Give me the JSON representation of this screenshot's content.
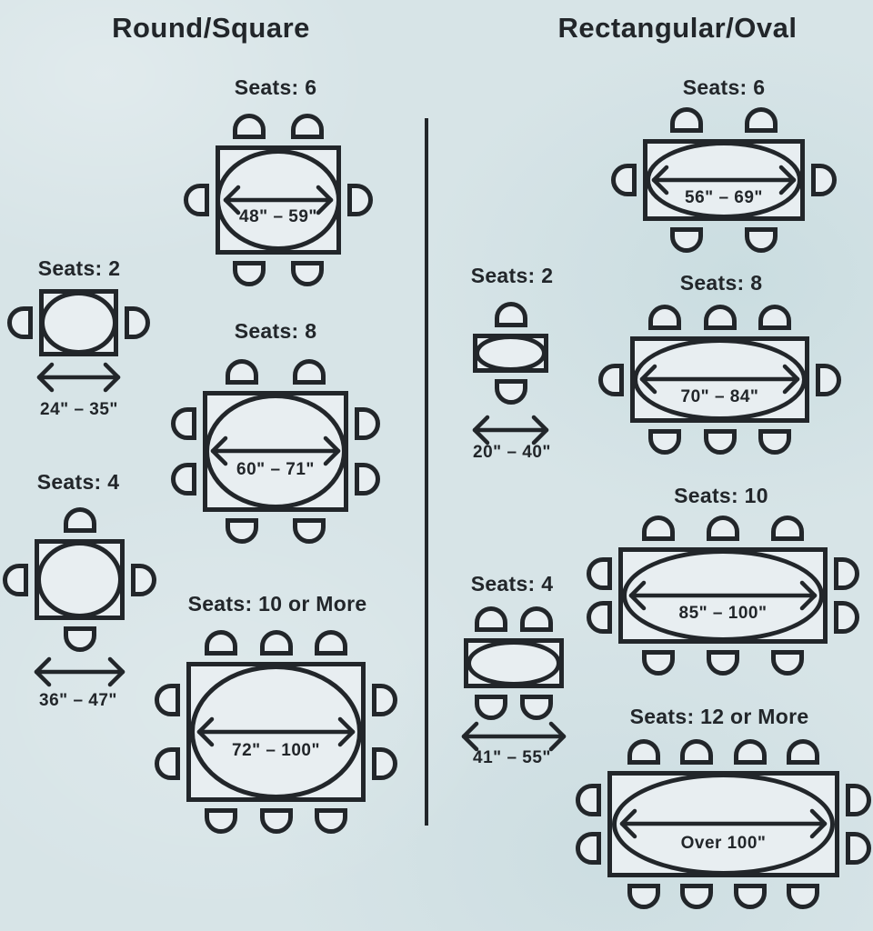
{
  "palette": {
    "background": "#d7e4e7",
    "shape_fill": "#e8eef1",
    "line": "#22262a",
    "text": "#22262a"
  },
  "columns": {
    "left": {
      "title": "Round/Square",
      "tables": [
        {
          "seats": "Seats: 6",
          "range": "48\" – 59\""
        },
        {
          "seats": "Seats: 2",
          "range": "24\" – 35\""
        },
        {
          "seats": "Seats: 8",
          "range": "60\" – 71\""
        },
        {
          "seats": "Seats: 4",
          "range": "36\" – 47\""
        },
        {
          "seats": "Seats: 10 or More",
          "range": "72\" – 100\""
        }
      ]
    },
    "right": {
      "title": "Rectangular/Oval",
      "tables": [
        {
          "seats": "Seats: 6",
          "range": "56\" – 69\""
        },
        {
          "seats": "Seats: 2",
          "range": "20\" – 40\""
        },
        {
          "seats": "Seats: 8",
          "range": "70\" – 84\""
        },
        {
          "seats": "Seats: 10",
          "range": "85\" – 100\""
        },
        {
          "seats": "Seats: 4",
          "range": "41\" – 55\""
        },
        {
          "seats": "Seats: 12 or More",
          "range": "Over 100\""
        }
      ]
    }
  }
}
